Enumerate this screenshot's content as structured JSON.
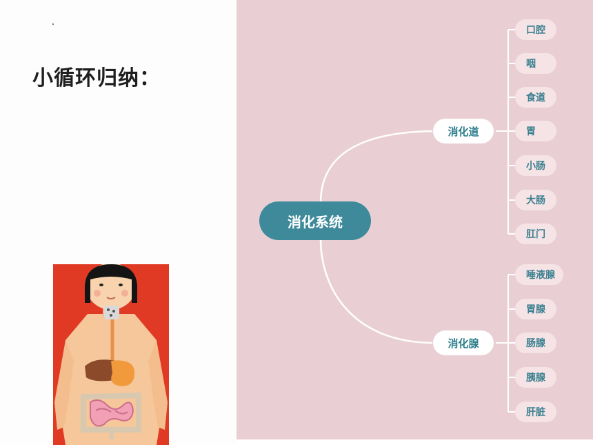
{
  "title": "小循环归纳：",
  "mindmap": {
    "root": "消化系统",
    "branches": [
      {
        "label": "消化道",
        "leaves": [
          "口腔",
          "咽",
          "食道",
          "胃",
          "小肠",
          "大肠",
          "肛门"
        ]
      },
      {
        "label": "消化腺",
        "leaves": [
          "唾液腺",
          "胃腺",
          "肠腺",
          "胰腺",
          "肝脏"
        ]
      }
    ]
  },
  "colors": {
    "panel_bg": "#e9cfd3",
    "root_fill": "#3e8a9a",
    "node_text": "#2e7e8c",
    "illustration_bg": "#e03a25"
  },
  "illustration": "digestive-system-girl-illustration"
}
